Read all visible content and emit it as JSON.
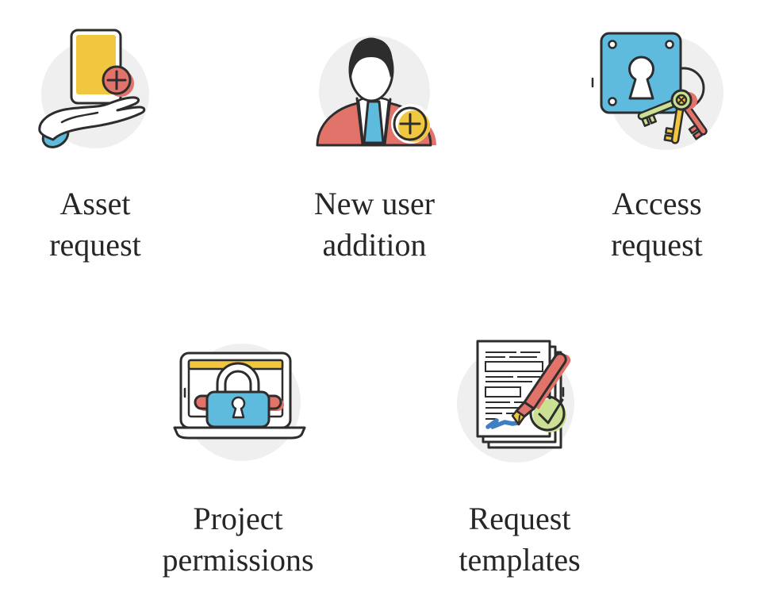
{
  "palette": {
    "outline": "#2d2d2d",
    "yellow": "#f2c740",
    "coral": "#e2736b",
    "blue": "#5fbbde",
    "green": "#cbe093",
    "circleBg": "#efefef",
    "signatureBlue": "#3e7ec1",
    "text": "#262626",
    "pageBg": "#ffffff"
  },
  "tiles": [
    {
      "id": "asset-request",
      "icon": "hand-holding-card-plus-icon",
      "label": "Asset request",
      "lines": [
        "Asset",
        "request"
      ]
    },
    {
      "id": "new-user-addition",
      "icon": "user-add-icon",
      "label": "New user addition",
      "lines": [
        "New user",
        "addition"
      ]
    },
    {
      "id": "access-request",
      "icon": "lock-and-keys-icon",
      "label": "Access request",
      "lines": [
        "Access",
        "request"
      ]
    },
    {
      "id": "project-permissions",
      "icon": "laptop-padlock-icon",
      "label": "Project permissions",
      "lines": [
        "Project",
        "permissions"
      ]
    },
    {
      "id": "request-templates",
      "icon": "document-signing-icon",
      "label": "Request templates",
      "lines": [
        "Request",
        "templates"
      ]
    }
  ]
}
